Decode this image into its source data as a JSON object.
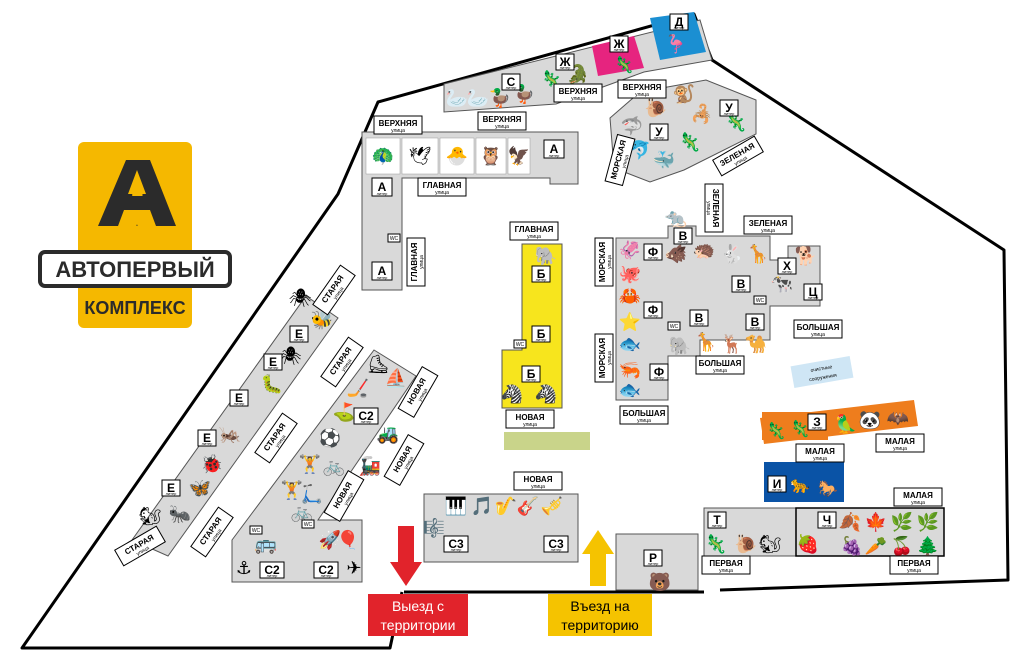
{
  "colors": {
    "logo_yellow": "#f5b800",
    "logo_dark": "#2b2b2b",
    "block_gray": "#d9d9d9",
    "yellow_block": "#f7e51d",
    "pink": "#e6247f",
    "blue_d": "#1b8fd2",
    "orange": "#ee7d1d",
    "blue_i": "#0a53a6",
    "green_bar": "#c9d48a",
    "exit_red": "#e1232b",
    "entry_yellow": "#f5c300",
    "light_blue": "#cfe6f5"
  },
  "logo": {
    "letter": "А",
    "digit": "1",
    "name": "АВТОПЕРВЫЙ",
    "sub": "КОМПЛЕКС"
  },
  "signs": {
    "exit_line1": "Выезд с",
    "exit_line2": "территории",
    "entry_line1": "Въезд на",
    "entry_line2": "территорию"
  },
  "street_sub": "улица",
  "letter_sub": "литер",
  "wc": "WC",
  "facility": {
    "line1": "очистные",
    "line2": "сооружения"
  },
  "letters": {
    "a": "А",
    "b": "Б",
    "v": "В",
    "d": "Д",
    "e": "Е",
    "zh": "Ж",
    "z": "З",
    "i": "И",
    "r": "Р",
    "s": "С",
    "t": "Т",
    "u": "У",
    "f": "Ф",
    "kh": "Х",
    "ts": "Ц",
    "ch": "Ч",
    "c2": "С2",
    "c3": "С3"
  },
  "streets": {
    "verkhnyaya": "ВЕРХНЯЯ",
    "glavnaya": "ГЛАВНАЯ",
    "staraya": "СТАРАЯ",
    "novaya": "НОВАЯ",
    "morskaya": "МОРСКАЯ",
    "zelenaya": "ЗЕЛЕНАЯ",
    "bolshaya": "БОЛЬШАЯ",
    "malaya": "МАЛАЯ",
    "pervaya": "ПЕРВАЯ"
  }
}
